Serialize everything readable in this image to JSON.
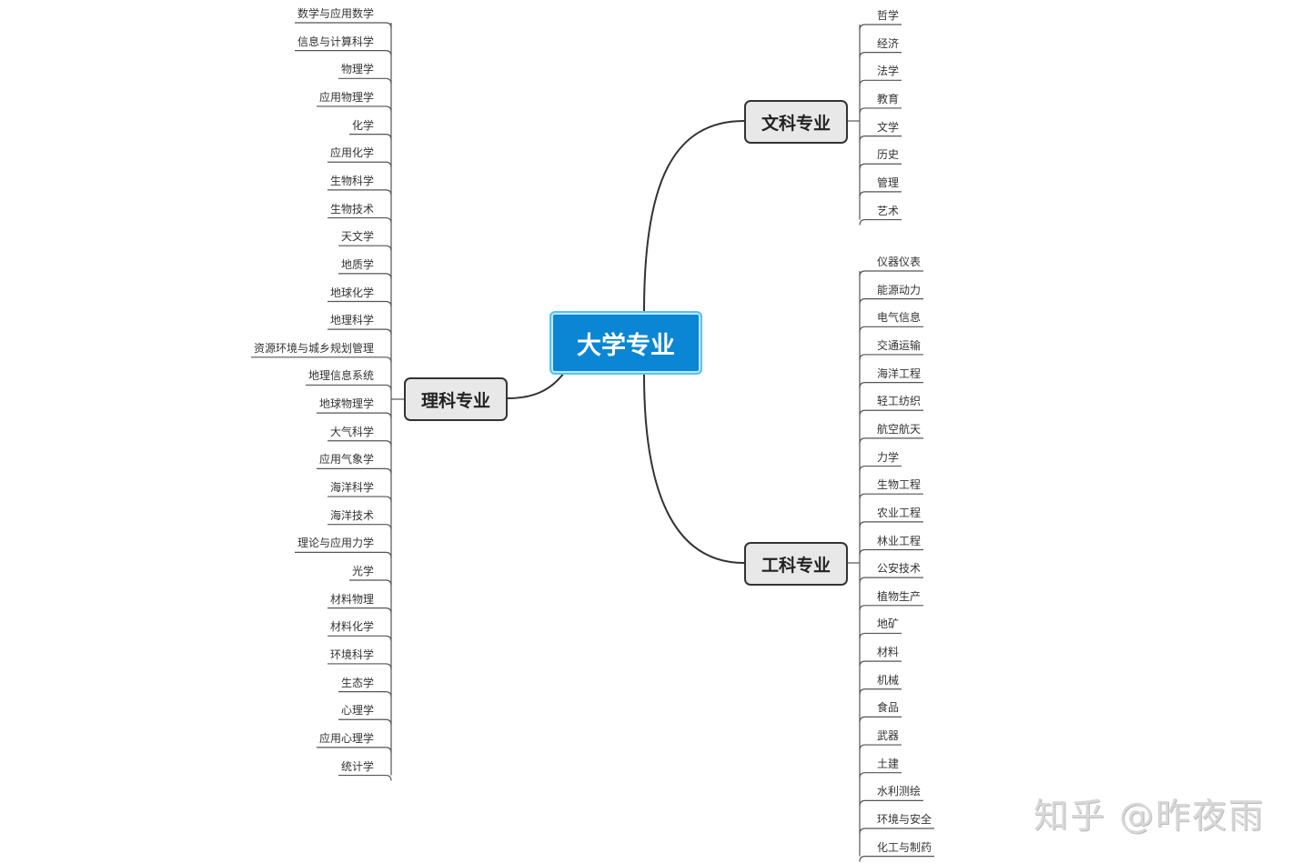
{
  "root": {
    "label": "大学专业",
    "fill": "#0a86d4",
    "border": "#54c4f1"
  },
  "branches": {
    "science": {
      "label": "理科专业",
      "items": [
        "数学与应用数学",
        "信息与计算科学",
        "物理学",
        "应用物理学",
        "化学",
        "应用化学",
        "生物科学",
        "生物技术",
        "天文学",
        "地质学",
        "地球化学",
        "地理科学",
        "资源环境与城乡规划管理",
        "地理信息系统",
        "地球物理学",
        "大气科学",
        "应用气象学",
        "海洋科学",
        "海洋技术",
        "理论与应用力学",
        "光学",
        "材料物理",
        "材料化学",
        "环境科学",
        "生态学",
        "心理学",
        "应用心理学",
        "统计学"
      ]
    },
    "arts": {
      "label": "文科专业",
      "items": [
        "哲学",
        "经济",
        "法学",
        "教育",
        "文学",
        "历史",
        "管理",
        "艺术"
      ]
    },
    "engineering": {
      "label": "工科专业",
      "items": [
        "仪器仪表",
        "能源动力",
        "电气信息",
        "交通运输",
        "海洋工程",
        "轻工纺织",
        "航空航天",
        "力学",
        "生物工程",
        "农业工程",
        "林业工程",
        "公安技术",
        "植物生产",
        "地矿",
        "材料",
        "机械",
        "食品",
        "武器",
        "土建",
        "水利测绘",
        "环境与安全",
        "化工与制药"
      ]
    }
  },
  "watermark": "知乎 @昨夜雨"
}
